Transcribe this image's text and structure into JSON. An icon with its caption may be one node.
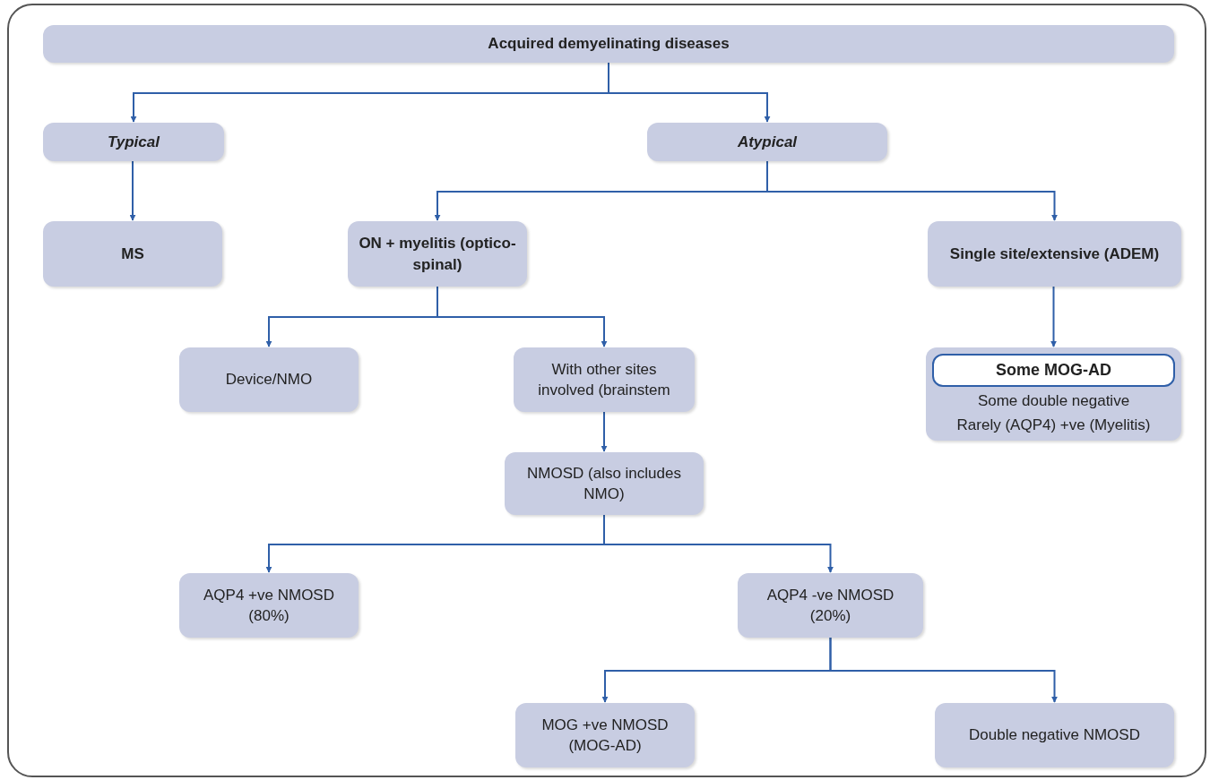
{
  "diagram": {
    "nodes": [
      {
        "text": [
          "Acquired demyelinating diseases"
        ]
      },
      {
        "text": [
          "Typical"
        ]
      },
      {
        "text": [
          "Atypical"
        ]
      },
      {
        "text": [
          "MS"
        ]
      },
      {
        "text": [
          "ON + myelitis (optico-spinal)"
        ]
      },
      {
        "text": [
          "Single site/extensive (ADEM)"
        ]
      },
      {
        "text": [
          "Device/NMO"
        ]
      },
      {
        "text": [
          "With other sites involved (brainstem"
        ]
      },
      {
        "text": [
          "Some double negative",
          "Rarely (AQP4) +ve (Myelitis)"
        ]
      },
      {
        "text": [
          "Some MOG-AD"
        ],
        "in": 8
      },
      {
        "text": [
          "NMOSD (also includes NMO)"
        ]
      },
      {
        "text": [
          "AQP4 +ve NMOSD (80%)"
        ]
      },
      {
        "text": [
          "AQP4 -ve NMOSD (20%)"
        ]
      },
      {
        "text": [
          "MOG +ve NMOSD (MOG-AD)"
        ]
      },
      {
        "text": [
          "Double negative NMOSD"
        ]
      }
    ],
    "edges": [
      {
        "from": 0,
        "to": 1,
        "arrow": "to"
      },
      {
        "from": 0,
        "to": 2,
        "arrow": "to"
      },
      {
        "from": 1,
        "to": 3,
        "arrow": "to"
      },
      {
        "from": 2,
        "to": 4,
        "arrow": "to"
      },
      {
        "from": 2,
        "to": 5,
        "arrow": "to"
      },
      {
        "from": 4,
        "to": 6,
        "arrow": "to"
      },
      {
        "from": 4,
        "to": 7,
        "arrow": "to"
      },
      {
        "from": 5,
        "to": 8,
        "arrow": "to"
      },
      {
        "from": 7,
        "to": 10,
        "arrow": "to"
      },
      {
        "from": 10,
        "to": 11,
        "arrow": "to"
      },
      {
        "from": 10,
        "to": 12,
        "arrow": "to"
      },
      {
        "from": 12,
        "to": 13,
        "arrow": "to"
      },
      {
        "from": 12,
        "to": 14,
        "arrow": "to"
      }
    ]
  }
}
